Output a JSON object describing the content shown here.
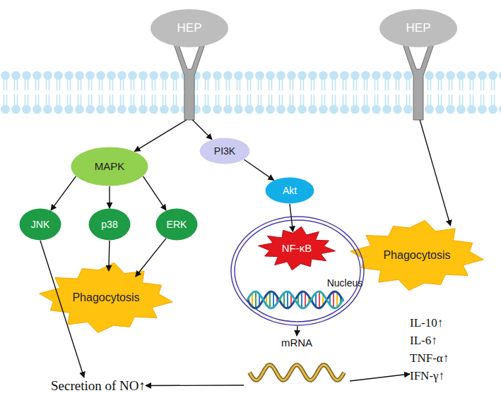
{
  "diagram": {
    "nodes": [
      {
        "text": [
          "HEP"
        ]
      },
      {
        "text": [
          "HEP"
        ]
      },
      {
        "text": [
          "MAPK"
        ]
      },
      {
        "text": [
          "PI3K"
        ]
      },
      {
        "text": [
          "Akt"
        ]
      },
      {
        "text": [
          "Phagocytosis"
        ]
      },
      {
        "text": [
          "JNK"
        ]
      },
      {
        "text": [
          "p38"
        ]
      },
      {
        "text": [
          "ERK"
        ]
      },
      {
        "text": [
          "Nucleus"
        ]
      },
      {
        "text": [
          "NF-κB"
        ],
        "in": 9
      },
      {
        "text": [
          "Phagocytosis"
        ]
      },
      {
        "text": [
          "mRNA"
        ]
      },
      {
        "text": [
          "IL-10↑",
          "IL-6↑",
          "TNF-α↑",
          "IFN-γ↑"
        ]
      },
      {
        "text": [
          "Secretion of NO↑"
        ]
      }
    ],
    "edges": [
      {
        "from": 0,
        "to": 2,
        "arrow": "to"
      },
      {
        "from": 0,
        "to": 3,
        "arrow": "to"
      },
      {
        "from": 3,
        "to": 4,
        "arrow": "to"
      },
      {
        "from": 4,
        "to": 10,
        "arrow": "to"
      },
      {
        "from": 2,
        "to": 6,
        "arrow": "to"
      },
      {
        "from": 2,
        "to": 7,
        "arrow": "to"
      },
      {
        "from": 2,
        "to": 8,
        "arrow": "to"
      },
      {
        "from": 7,
        "to": 11,
        "arrow": "to"
      },
      {
        "from": 8,
        "to": 11,
        "arrow": "to"
      },
      {
        "from": 6,
        "to": 14,
        "arrow": "to"
      },
      {
        "from": 1,
        "to": 5,
        "arrow": "to"
      },
      {
        "from": 9,
        "to": 12,
        "arrow": "to"
      },
      {
        "from": 12,
        "to": 14,
        "arrow": "to"
      },
      {
        "from": 12,
        "to": 13,
        "arrow": "to"
      }
    ]
  }
}
